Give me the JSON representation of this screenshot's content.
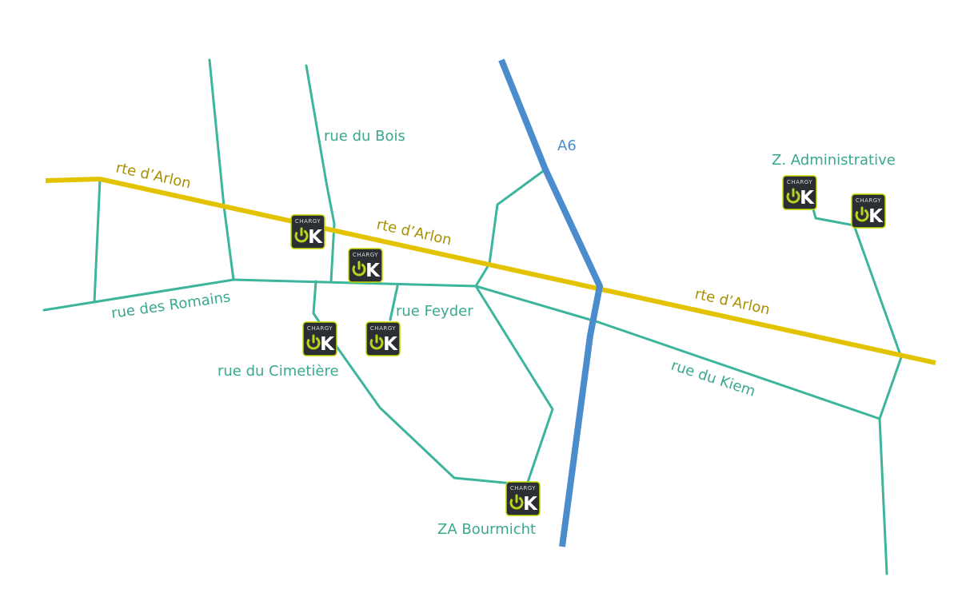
{
  "colors": {
    "street": "#3db59c",
    "main_road": "#e3c300",
    "main_road_label": "#a89000",
    "highway": "#4b8dcc",
    "highway_label": "#4b8dcc",
    "street_label": "#3aa88f",
    "marker_bg": "#2b2e33",
    "marker_border": "#c7d800",
    "marker_accent": "#b9d21c"
  },
  "labels": {
    "rte_arlon_west": "rte d’Arlon",
    "rte_arlon_center": "rte d’Arlon",
    "rte_arlon_east": "rte d’Arlon",
    "a6": "A6",
    "rue_du_bois": "rue du Bois",
    "rue_des_romains": "rue des Romains",
    "rue_feyder": "rue Feyder",
    "rue_du_cimetiere": "rue du Cimetière",
    "rue_du_kiem": "rue du Kiem",
    "za_bourmicht": "ZA Bourmicht",
    "z_administrative": "Z. Administrative"
  },
  "marker": {
    "brand_top": "CHARGY",
    "brand_big": "K",
    "icon": "power-icon"
  },
  "markers": [
    {
      "id": "arlon-bois"
    },
    {
      "id": "feyder-north"
    },
    {
      "id": "cimetiere"
    },
    {
      "id": "feyder-south"
    },
    {
      "id": "bourmicht"
    },
    {
      "id": "admin-west"
    },
    {
      "id": "admin-east"
    }
  ]
}
